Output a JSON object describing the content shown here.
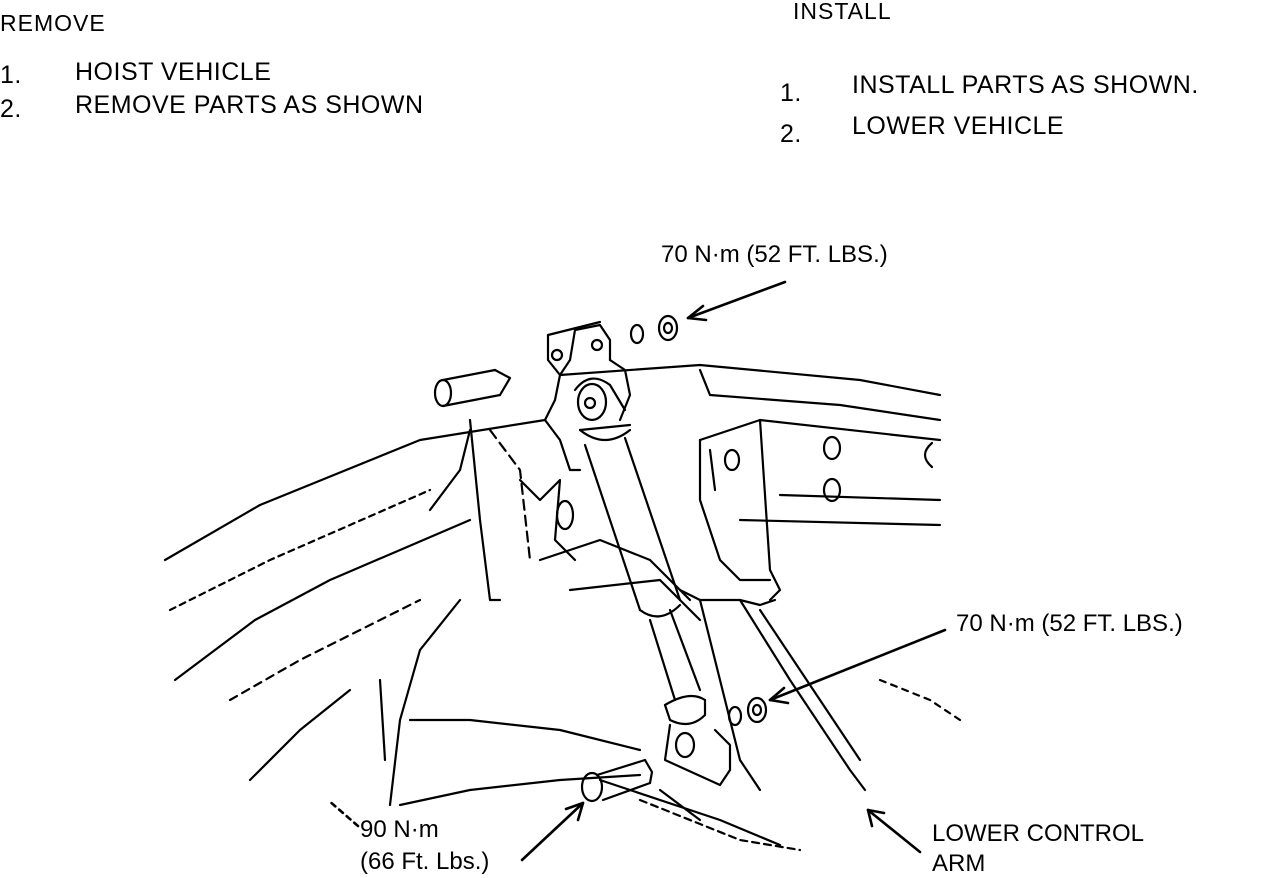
{
  "remove": {
    "heading": "REMOVE",
    "steps": [
      {
        "num": "1.",
        "text": "HOIST VEHICLE"
      },
      {
        "num": "2.",
        "text": "REMOVE PARTS AS SHOWN"
      }
    ]
  },
  "install": {
    "heading": "INSTALL",
    "steps": [
      {
        "num": "1.",
        "text": "INSTALL PARTS AS SHOWN."
      },
      {
        "num": "2.",
        "text": "LOWER VEHICLE"
      }
    ]
  },
  "callouts": {
    "top_torque": "70 N·m (52 FT. LBS.)",
    "right_torque": "70 N·m (52 FT. LBS.)",
    "bottom_torque_metric": "90 N·m",
    "bottom_torque_imperial": "(66 Ft. Lbs.)",
    "lower_control_arm_line1": "LOWER CONTROL",
    "lower_control_arm_line2": "ARM"
  }
}
